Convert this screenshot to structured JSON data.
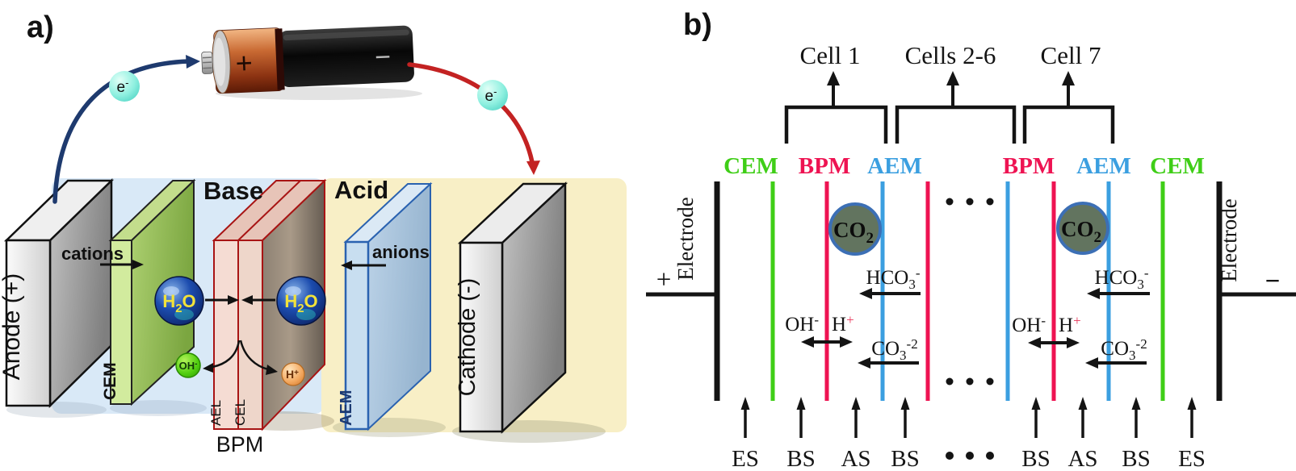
{
  "figure": {
    "panel_a_label": "a)",
    "panel_b_label": "b)"
  },
  "colors": {
    "cem_green": "#3fce17",
    "bpm_red": "#ee1352",
    "aem_blue": "#3b9fe0",
    "electrode_black": "#141414",
    "anode_wire": "#1e3a6e",
    "cathode_wire": "#c32222",
    "base_wash": "#d9e9f7",
    "acid_wash": "#f8efc6",
    "proton_plus_red": "#e8365a"
  },
  "panel_a": {
    "battery_plus": "+",
    "battery_minus": "−",
    "electron": {
      "symbol": "e",
      "charge": "-"
    },
    "anode": "Anode (+)",
    "cathode": "Cathode (-)",
    "cem": "CEM",
    "aem": "AEM",
    "ael": "AEL",
    "cel": "CEL",
    "bpm": "BPM",
    "base_region": "Base",
    "acid_region": "Acid",
    "cations": "cations",
    "anions": "anions",
    "water": {
      "symbol": "H",
      "sub": "2",
      "tail": "O"
    },
    "hydroxide": {
      "symbol": "OH",
      "charge": "-"
    },
    "proton": {
      "symbol": "H",
      "charge": "+"
    }
  },
  "panel_b": {
    "cell_labels": [
      "Cell 1",
      "Cells 2-6",
      "Cell 7"
    ],
    "membrane_labels": [
      "CEM",
      "BPM",
      "AEM",
      "BPM",
      "AEM",
      "CEM"
    ],
    "electrode_left": "Electrode",
    "electrode_right": "Electrode",
    "plus": "+",
    "minus": "−",
    "co2": {
      "symbol": "CO",
      "sub": "2"
    },
    "bicarbonate": {
      "symbol": "HCO",
      "sub": "3",
      "charge": "-"
    },
    "carbonate": {
      "symbol": "CO",
      "sub": "3",
      "charge": "-2"
    },
    "hydroxide": {
      "symbol": "OH",
      "charge": "-"
    },
    "proton": {
      "symbol": "H",
      "charge": "+"
    },
    "stream_labels": [
      "ES",
      "BS",
      "AS",
      "BS",
      "BS",
      "AS",
      "BS",
      "ES"
    ]
  }
}
